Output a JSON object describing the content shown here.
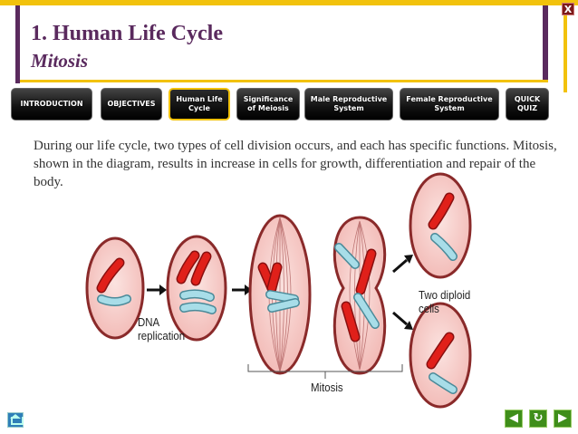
{
  "header": {
    "title": "1. Human  Life Cycle",
    "subtitle": "Mitosis",
    "close_label": "X"
  },
  "nav": {
    "items": [
      {
        "label": "INTRODUCTION"
      },
      {
        "label": "OBJECTIVES"
      },
      {
        "label": "Human Life\nCycle",
        "active": true
      },
      {
        "label": "Significance\nof Meiosis"
      },
      {
        "label": "Male Reproductive\nSystem"
      },
      {
        "label": "Female Reproductive\nSystem"
      },
      {
        "label": "QUICK\nQUIZ"
      }
    ]
  },
  "content": {
    "paragraph": "During  our life cycle, two types of cell division occurs, and each has specific functions. Mitosis, shown in the diagram, results in increase in cells for  growth, differentiation and repair of the body."
  },
  "diagram": {
    "dna_label": "DNA\nreplication",
    "diploid_label": "Two diploid\ncells",
    "mitosis_label": "Mitosis",
    "colors": {
      "cell_fill": "#f5c9c9",
      "cell_outline": "#8a2a2a",
      "chromosome_red": "#e0201a",
      "chromosome_blue": "#a8dde8"
    }
  },
  "footer": {
    "icons": [
      "home-icon",
      "back-arrow-icon",
      "replay-icon",
      "forward-arrow-icon"
    ]
  }
}
